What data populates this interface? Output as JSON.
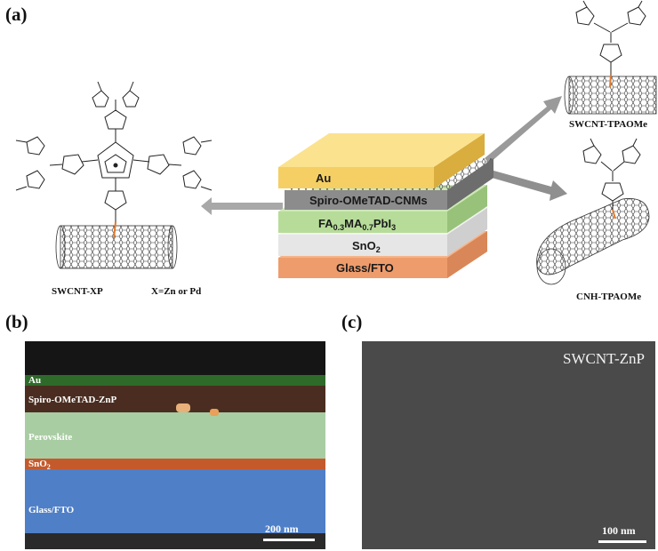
{
  "panels": {
    "a": {
      "label": "(a)",
      "stack_layers": [
        {
          "text": "Au",
          "color": "#f5cf63"
        },
        {
          "text": "Spiro-OMeTAD-CNMs",
          "color": "#8c8c8c"
        },
        {
          "text_main": "FA",
          "sub1": "0.3",
          "mid": "MA",
          "sub2": "0.7",
          "tail": "PbI",
          "sub3": "3",
          "color": "#b7dc9a"
        },
        {
          "text_main": "SnO",
          "sub1": "2",
          "color": "#e6e6e6"
        },
        {
          "text": "Glass/FTO",
          "color": "#ef9c6c"
        }
      ],
      "molecules": {
        "left_caption": "SWCNT-XP",
        "left_note": "X=Zn or Pd",
        "top_right_caption": "SWCNT-TPAOMe",
        "bottom_right_caption": "CNH-TPAOMe"
      }
    },
    "b": {
      "label": "(b)",
      "layers": [
        {
          "text": "Au",
          "color": "#2e6b2a"
        },
        {
          "text": "Spiro-OMeTAD-ZnP",
          "color": "#4a2d20"
        },
        {
          "text": "Perovskite",
          "color": "#a9cda3"
        },
        {
          "text_main": "SnO",
          "sub": "2",
          "color": "#c45a2c"
        },
        {
          "text": "Glass/FTO",
          "color": "#4f7fc7"
        }
      ],
      "scale_bar": "200 nm"
    },
    "c": {
      "label": "(c)",
      "title": "SWCNT-ZnP",
      "scale_bar": "100 nm"
    }
  }
}
